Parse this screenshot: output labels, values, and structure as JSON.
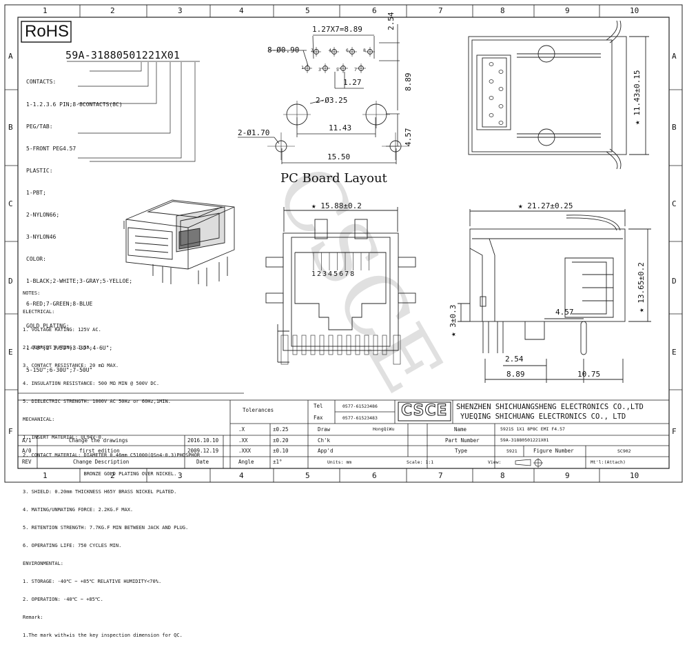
{
  "title_block": {
    "rohs": "RoHS",
    "part_code": "59A-31880501221X01",
    "legend": [
      "CONTACTS:",
      "1-1.2.3.6 PIN;8-8CONTACTS(8C)",
      "PEG/TAB:",
      "5-FRONT PEG4.57",
      "PLASTIC:",
      "1-PBT;",
      "2-NYLON66;",
      "3-NYLON46",
      "COLOR:",
      "1-BLACK;2-WHITE;3-GRAY;5-YELLOE;",
      "6-RED;7-GREEN;8-BLUE",
      "GOLD PLATING:",
      "1-FU\";2-1.5U\";3-3U\";4-6U\";",
      "5-15U\";6-30U\";7-50U\""
    ]
  },
  "grid": {
    "cols": [
      "1",
      "2",
      "3",
      "4",
      "5",
      "6",
      "7",
      "8",
      "9",
      "10"
    ],
    "rows": [
      "A",
      "B",
      "C",
      "D",
      "E",
      "F"
    ]
  },
  "pcb_layout": {
    "title": "PC Board Layout",
    "dims": {
      "pitch": "1.27X7=8.89",
      "holes_small": "8-Ø0.90",
      "h254": "2.54",
      "h127": "1.27",
      "h889": "8.89",
      "holes_big": "2-Ø3.25",
      "w1143": "11.43",
      "holes_peg": "2-Ø1.70",
      "h457": "4.57",
      "w1550": "15.50"
    },
    "pins_top": [
      "2",
      "4",
      "6",
      "8"
    ],
    "pins_bottom": [
      "1",
      "3",
      "5",
      "7"
    ]
  },
  "front_view": {
    "width": "★ 15.88±0.2",
    "pins": "12345678",
    "h3": "★ 3±0.3"
  },
  "top_view": {
    "height": "★ 11.43±0.15"
  },
  "side_view": {
    "width": "★ 21.27±0.25",
    "height": "★ 13.65±0.2",
    "d457": "4.57",
    "d254": "2.54",
    "d889": "8.89",
    "d1075": "10.75"
  },
  "watermark": "CSCE",
  "notes": [
    "NOTES:",
    "ELECTRICAL:",
    "1. VOLTAGE RATING: 125V AC.",
    "2. CURRENT RATING: 1.5A.",
    "3. CONTACT RESISTANCE: 20 mΩ MAX.",
    "4. INSULATION RESISTANCE: 500 MΩ MIN @ 500V DC.",
    "5. DIELECTRIC STRENGTH: 1000V AC 50Hz or 60Hz,1MIN.",
    "MECHANICAL:",
    "1. INSERT MATERIAL: UL94V-0.",
    "2. CONTACT MATERIAL: DIAMETER 0.46mm C51000(QSn4-0.3)PHOSPHOR",
    "                     BRONZE GOLD PLATING OVER NICKEL.",
    "3. SHIELD: 0.20mm THICKNESS H65Y BRASS NICKEL PLATED.",
    "4. MATING/UNMATING FORCE: 2.2KG.F MAX.",
    "5. RETENTION STRENGTH: 7.7KG.F MIN BETWEEN JACK AND PLUG.",
    "6. OPERATING LIFE: 750 CYCLES MIN.",
    "ENVIRONMENTAL:",
    "1. STORAGE: -40℃ ~ +85℃ RELATIVE HUMIDITY<70%.",
    "2. OPERATION: -40℃ ~ +85℃.",
    "Remark:",
    "1.The mark with★is the key inspection dimension for QC."
  ],
  "revisions": [
    {
      "rev": "A/1",
      "desc": "Change the drawings",
      "date": "2016.10.10"
    },
    {
      "rev": "A/0",
      "desc": "first edition",
      "date": "2009.12.19"
    }
  ],
  "rev_header": {
    "rev": "REV",
    "desc": "Change Description",
    "date": "Date"
  },
  "tolerances": {
    "label": "Tolerances",
    "rows": [
      {
        "k": ".X",
        "v": "±0.25"
      },
      {
        "k": ".XX",
        "v": "±0.20"
      },
      {
        "k": ".XXX",
        "v": "±0.10"
      },
      {
        "k": "Angle",
        "v": "±1°"
      }
    ]
  },
  "contact": {
    "tel_label": "Tel",
    "tel": "0577-61523486",
    "fax_label": "Fax",
    "fax": "0577-61523483"
  },
  "company": {
    "logo": "CSCE",
    "line1": "SHENZHEN SHICHUANGSHENG ELECTRONICS CO.,LTD",
    "line2": "YUEQING SHICHUANG ELECTRONICS CO., LTD"
  },
  "signoff": {
    "draw_label": "Draw",
    "draw": "HongQiWu",
    "check_label": "Ch'k",
    "appd_label": "App'd",
    "units_label": "Units: mm",
    "scale_label": "Scale: 1:1",
    "view_label": "View:"
  },
  "info": {
    "name_label": "Name",
    "name": "5921S 1X1 8P8C EMI F4.57",
    "pn_label": "Part Number",
    "pn": "59A-31880501221X01",
    "type_label": "Type",
    "type": "5921",
    "fig_label": "Figure Number",
    "fig": "SC902",
    "mt_label": "Mt'l:(Attach)"
  }
}
